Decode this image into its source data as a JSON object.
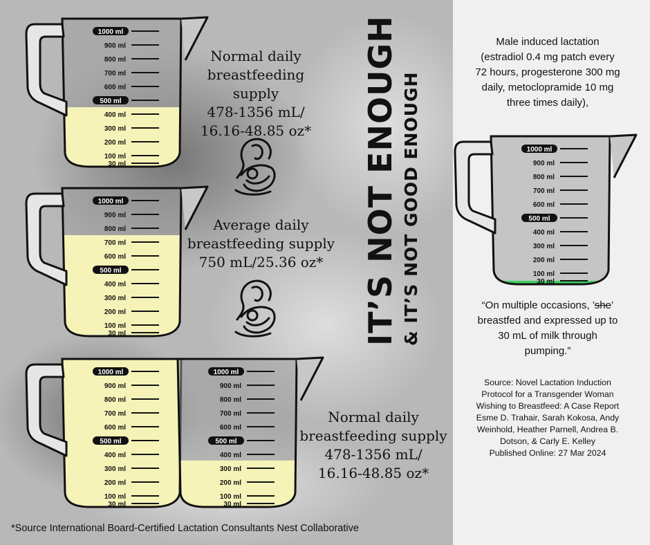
{
  "headline": {
    "line1": "IT’S NOT ENOUGH",
    "line2": "& IT’S NOT GOOD ENOUGH"
  },
  "cup_scale": [
    "1000 ml",
    "900 ml",
    "800 ml",
    "700 ml",
    "600 ml",
    "500 ml",
    "400 ml",
    "300 ml",
    "200 ml",
    "100 ml",
    "30 ml"
  ],
  "cups": [
    {
      "name": "cup-normal-supply",
      "fill_ml": 450,
      "fill_color": "#f5f3b8"
    },
    {
      "name": "cup-average-supply",
      "fill_ml": 750,
      "fill_color": "#f5f3b8"
    },
    {
      "name": "cup-normal-max-left",
      "fill_ml": 1000,
      "fill_color": "#f5f3b8"
    },
    {
      "name": "cup-normal-max-right",
      "fill_ml": 356,
      "fill_color": "#f5f3b8"
    },
    {
      "name": "cup-induced-lactation",
      "fill_ml": 30,
      "fill_color": "#40d060"
    }
  ],
  "captions": {
    "normal_top": [
      "Normal daily",
      "breastfeeding supply",
      "478-1356 mL/",
      "16.16-48.85 oz*"
    ],
    "average": [
      "Average daily",
      "breastfeeding supply",
      "750 mL/25.36 oz*"
    ],
    "normal_bottom": [
      "Normal daily",
      "breastfeeding supply",
      "478-1356 mL/",
      "16.16-48.85 oz*"
    ]
  },
  "right": {
    "intro": [
      "Male induced lactation",
      "(estradiol 0.4 mg patch every",
      "72 hours, progesterone 300 mg",
      "daily, metoclopramide 10 mg",
      "three times daily),"
    ],
    "quote_start": "“On multiple occasions, ’",
    "quote_strike": "she",
    "quote_end": "’",
    "quote_rest": [
      "breastfed and expressed up to",
      "30 mL of milk through",
      "pumping.”"
    ],
    "source": [
      "Source: Novel Lactation Induction",
      "Protocol for a Transgender Woman",
      "Wishing to Breastfeed: A Case Report",
      "Esme D. Trahair, Sarah Kokosa, Andy",
      "Weinhold, Heather Parnell, Andrea B.",
      "Dotson, & Carly E. Kelley",
      "Published Online: 27 Mar 2024"
    ]
  },
  "footnote": "*Source International Board-Certified Lactation Consultants Nest Collaborative",
  "colors": {
    "left_bg": "#b4b4b4",
    "right_bg": "#f0f0f0",
    "cup_outline": "#111111",
    "milk": "#f5f3b8",
    "green": "#40d060"
  },
  "icons": [
    "mother-breastfeeding-icon",
    "mother-breastfeeding-icon"
  ]
}
